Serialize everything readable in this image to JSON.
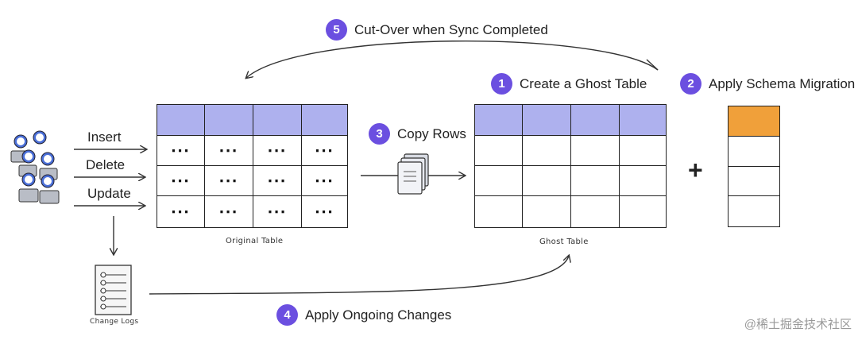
{
  "steps": {
    "s1": {
      "num": "1",
      "text": "Create a Ghost Table"
    },
    "s2": {
      "num": "2",
      "text": "Apply Schema Migration"
    },
    "s3": {
      "num": "3",
      "text": "Copy Rows"
    },
    "s4": {
      "num": "4",
      "text": "Apply Ongoing Changes"
    },
    "s5": {
      "num": "5",
      "text": "Cut-Over when Sync Completed"
    }
  },
  "operations": {
    "insert": "Insert",
    "delete": "Delete",
    "update": "Update"
  },
  "captions": {
    "original": "Original Table",
    "ghost": "Ghost Table",
    "changelogs": "Change Logs"
  },
  "cell_placeholder": "∙∙∙",
  "plus_sign": "+",
  "watermark": "@稀土掘金技术社区",
  "colors": {
    "badge": "#6b4fe0",
    "header": "#aeb1ee",
    "migration": "#f0a03a"
  },
  "icons": [
    "users-icon",
    "document-stack-icon",
    "change-log-icon"
  ]
}
